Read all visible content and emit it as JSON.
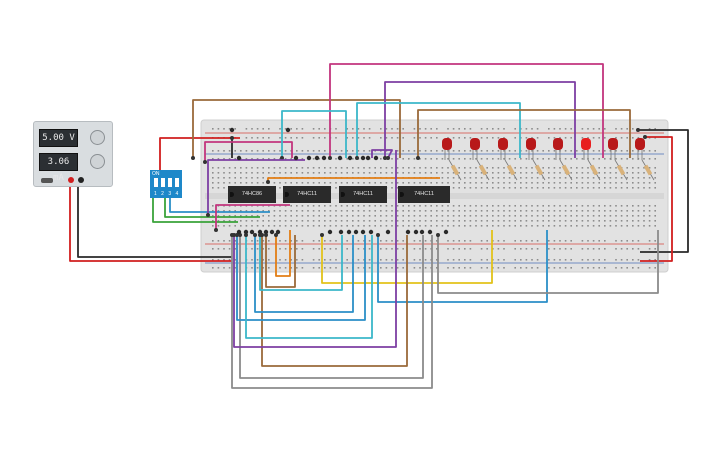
{
  "power_supply": {
    "voltage": "5.00 V",
    "current": "3.06 mA",
    "knob_voltage": "voltage-knob",
    "knob_current": "current-knob"
  },
  "dip_switch": {
    "on_label": "ON",
    "positions": "1 2 3 4"
  },
  "chips": [
    {
      "label": "74HC86"
    },
    {
      "label": "74HC11"
    },
    {
      "label": "74HC11"
    },
    {
      "label": "74HC11"
    }
  ],
  "led_count": 8,
  "colors": {
    "breadboard": "#e2e2e2",
    "led_red": "#c21a1a",
    "wire_red": "#d11f1f",
    "wire_black": "#2a2a2a",
    "wire_brown": "#9a6a3a",
    "wire_magenta": "#c2357e",
    "wire_purple": "#7d3fa3",
    "wire_cyan": "#3bb7c9",
    "wire_blue": "#2b8fc7",
    "wire_green": "#3aa33a",
    "wire_orange": "#e27d14",
    "wire_yellow": "#e2c21a",
    "wire_gray": "#8b8b8b"
  }
}
